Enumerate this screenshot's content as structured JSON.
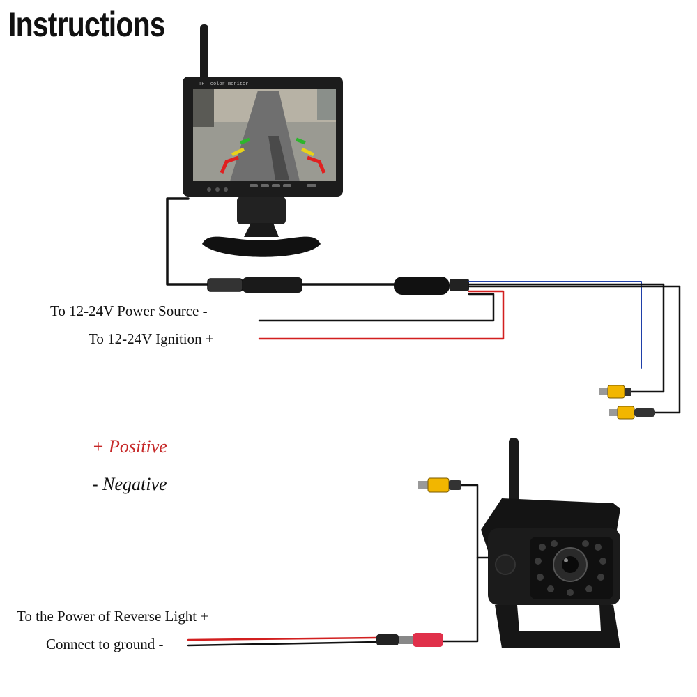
{
  "title": "Instructions",
  "monitor": {
    "top_label": "TFT color monitor"
  },
  "wires_top": {
    "power_source": "To 12-24V Power Source -",
    "ignition": "To 12-24V Ignition +"
  },
  "legend": {
    "positive": "+ Positive",
    "negative": "- Negative"
  },
  "wires_bottom": {
    "reverse_light": "To the Power of Reverse Light +",
    "ground": "Connect to ground -"
  },
  "colors": {
    "positive_wire": "#d21f1f",
    "negative_wire": "#111111",
    "video_wire": "#1f3fa8",
    "rca_yellow": "#f2b600",
    "positive_text": "#c62828",
    "negative_text": "#111111"
  }
}
